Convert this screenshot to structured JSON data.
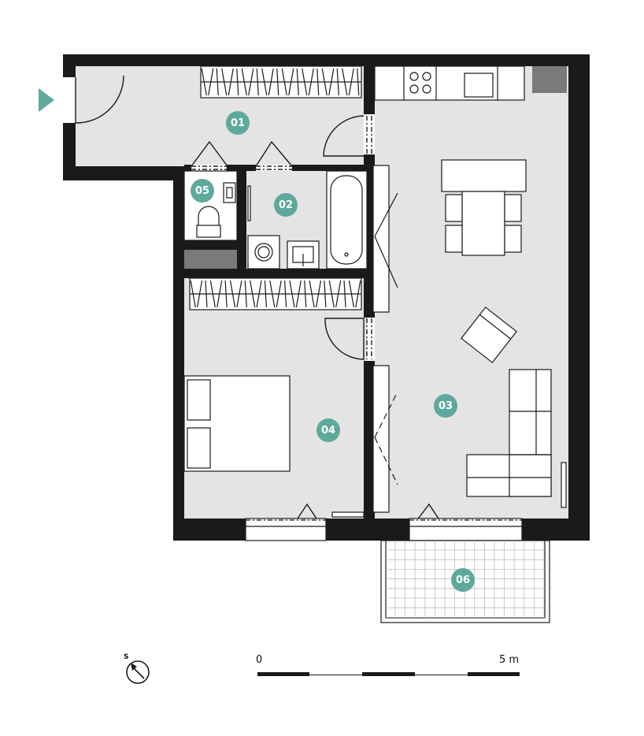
{
  "rooms": [
    {
      "id": "01"
    },
    {
      "id": "02"
    },
    {
      "id": "03"
    },
    {
      "id": "04"
    },
    {
      "id": "05"
    },
    {
      "id": "06"
    }
  ],
  "scale": {
    "start_label": "0",
    "end_label": "5 m"
  },
  "compass": {
    "north_letter": "S",
    "icon": "compass-icon"
  },
  "entrance": {
    "icon": "entrance-arrow-icon"
  },
  "colors": {
    "wall": "#1a1a1a",
    "floor": "#e4e4e4",
    "accent": "#5ea99c",
    "storage": "#7a7a7a"
  }
}
